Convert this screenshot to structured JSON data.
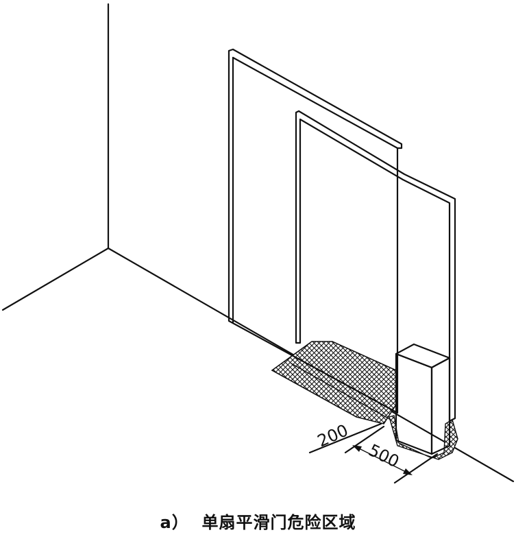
{
  "dimensions": {
    "gap_label": "200",
    "zone_label": "500"
  },
  "caption": {
    "index": "a）",
    "title": "单扇平滑门危险区域"
  }
}
